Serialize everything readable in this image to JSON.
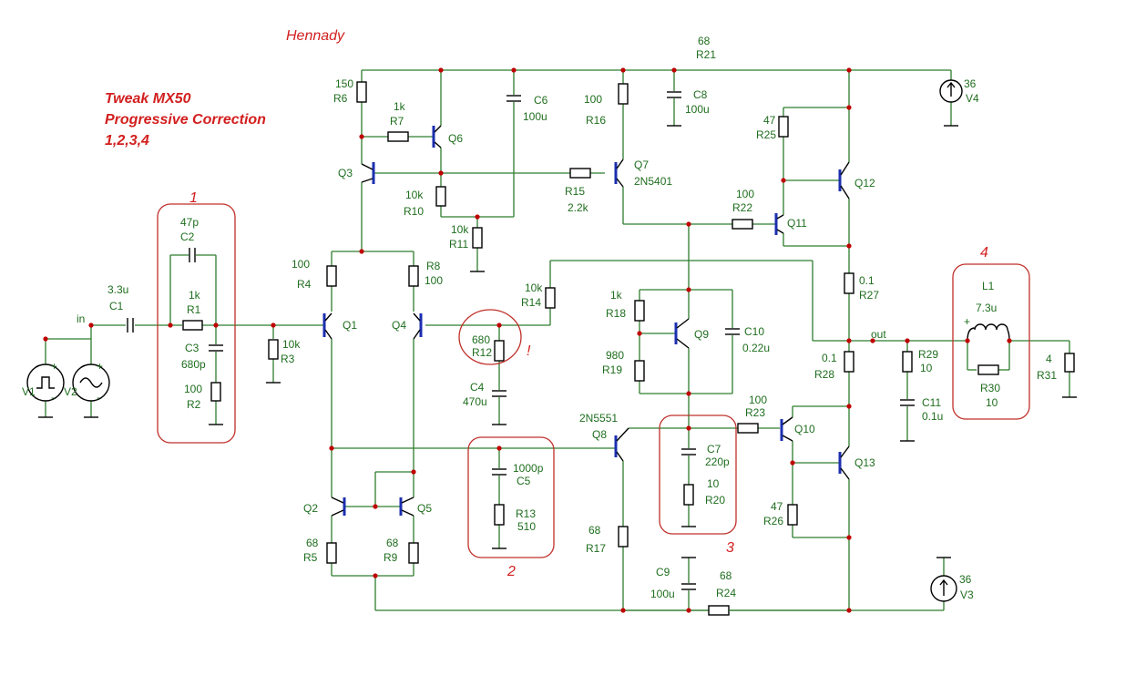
{
  "author": "Hennady",
  "title_lines": [
    "Tweak   MX50",
    "Progressive Correction",
    "1,2,3,4"
  ],
  "highlights": [
    "1",
    "2",
    "3",
    "4",
    "!"
  ],
  "nodes": {
    "in": "in",
    "out": "out"
  },
  "components": {
    "R1": {
      "name": "R1",
      "value": "1k"
    },
    "R2": {
      "name": "R2",
      "value": "100"
    },
    "R3": {
      "name": "R3",
      "value": "10k"
    },
    "R4": {
      "name": "R4",
      "value": "100"
    },
    "R5": {
      "name": "R5",
      "value": "68"
    },
    "R6": {
      "name": "R6",
      "value": "150"
    },
    "R7": {
      "name": "R7",
      "value": "1k"
    },
    "R8": {
      "name": "R8",
      "value": "100"
    },
    "R9": {
      "name": "R9",
      "value": "68"
    },
    "R10": {
      "name": "R10",
      "value": "10k"
    },
    "R11": {
      "name": "R11",
      "value": "10k"
    },
    "R12": {
      "name": "R12",
      "value": "680"
    },
    "R13": {
      "name": "R13",
      "value": "510"
    },
    "R14": {
      "name": "R14",
      "value": "10k"
    },
    "R15": {
      "name": "R15",
      "value": "2.2k"
    },
    "R16": {
      "name": "R16",
      "value": "100"
    },
    "R17": {
      "name": "R17",
      "value": "68"
    },
    "R18": {
      "name": "R18",
      "value": "1k"
    },
    "R19": {
      "name": "R19",
      "value": "980"
    },
    "R20": {
      "name": "R20",
      "value": "10"
    },
    "R21": {
      "name": "R21",
      "value": "68"
    },
    "R22": {
      "name": "R22",
      "value": "100"
    },
    "R23": {
      "name": "R23",
      "value": "100"
    },
    "R24": {
      "name": "R24",
      "value": "68"
    },
    "R25": {
      "name": "R25",
      "value": "47"
    },
    "R26": {
      "name": "R26",
      "value": "47"
    },
    "R27": {
      "name": "R27",
      "value": "0.1"
    },
    "R28": {
      "name": "R28",
      "value": "0.1"
    },
    "R29": {
      "name": "R29",
      "value": "10"
    },
    "R30": {
      "name": "R30",
      "value": "10"
    },
    "R31": {
      "name": "R31",
      "value": "4"
    },
    "C1": {
      "name": "C1",
      "value": "3.3u"
    },
    "C2": {
      "name": "C2",
      "value": "47p"
    },
    "C3": {
      "name": "C3",
      "value": "680p"
    },
    "C4": {
      "name": "C4",
      "value": "470u"
    },
    "C5": {
      "name": "C5",
      "value": "1000p"
    },
    "C6": {
      "name": "C6",
      "value": "100u"
    },
    "C7": {
      "name": "C7",
      "value": "220p"
    },
    "C8": {
      "name": "C8",
      "value": "100u"
    },
    "C9": {
      "name": "C9",
      "value": "100u"
    },
    "C10": {
      "name": "C10",
      "value": "0.22u"
    },
    "C11": {
      "name": "C11",
      "value": "0.1u"
    },
    "L1": {
      "name": "L1",
      "value": "7.3u"
    },
    "V3": {
      "name": "V3",
      "value": "36"
    },
    "V4": {
      "name": "V4",
      "value": "36"
    },
    "Q7": {
      "name": "Q7",
      "part": "2N5401"
    },
    "Q8": {
      "name": "Q8",
      "part": "2N5551"
    }
  },
  "labels_only": [
    "Q1",
    "Q2",
    "Q3",
    "Q4",
    "Q5",
    "Q6",
    "Q9",
    "Q10",
    "Q11",
    "Q12",
    "Q13",
    "V1",
    "V2"
  ]
}
